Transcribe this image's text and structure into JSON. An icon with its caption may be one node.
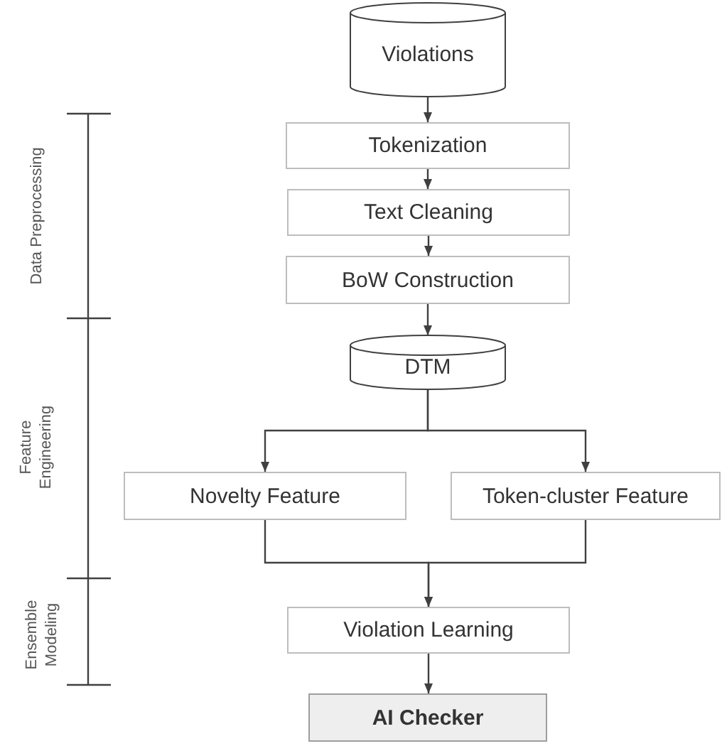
{
  "diagram": {
    "nodes": [
      {
        "text": [
          "Violations"
        ]
      },
      {
        "text": [
          "Tokenization"
        ]
      },
      {
        "text": [
          "Text Cleaning"
        ]
      },
      {
        "text": [
          "BoW Construction"
        ]
      },
      {
        "text": [
          "DTM"
        ]
      },
      {
        "text": [
          "Novelty Feature"
        ]
      },
      {
        "text": [
          "Token-cluster Feature"
        ]
      },
      {
        "text": [
          "Violation Learning"
        ]
      },
      {
        "text": [
          "AI Checker"
        ]
      }
    ],
    "edges": [
      {
        "from": 0,
        "to": 1,
        "arrow": "to"
      },
      {
        "from": 1,
        "to": 2,
        "arrow": "to"
      },
      {
        "from": 2,
        "to": 3,
        "arrow": "to"
      },
      {
        "from": 3,
        "to": 4,
        "arrow": "to"
      },
      {
        "from": 4,
        "to": 5,
        "arrow": "to"
      },
      {
        "from": 4,
        "to": 6,
        "arrow": "to"
      },
      {
        "from": 5,
        "to": 7,
        "arrow": "to"
      },
      {
        "from": 6,
        "to": 7,
        "arrow": "to"
      },
      {
        "from": 7,
        "to": 8,
        "arrow": "to"
      }
    ],
    "labels": [
      "Data Preprocessing",
      "Feature Engineering",
      "Ensemble Modeling"
    ]
  }
}
